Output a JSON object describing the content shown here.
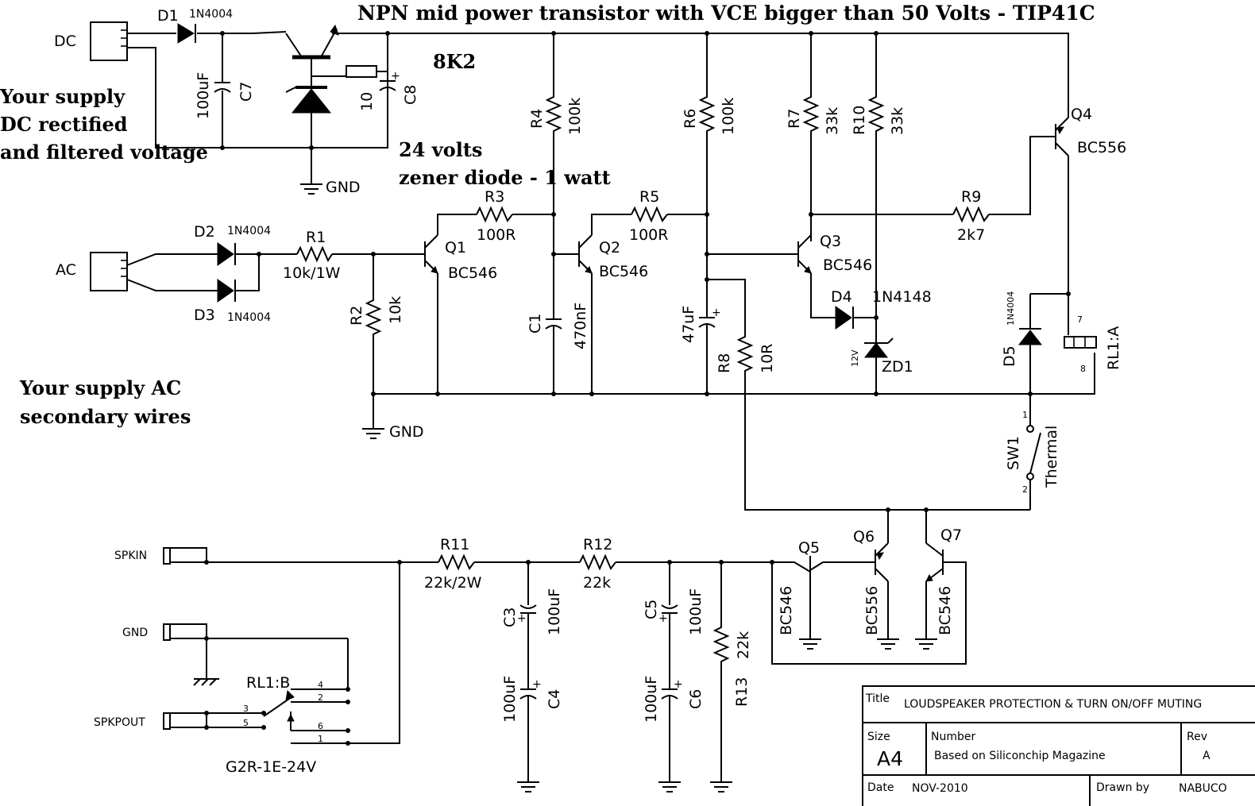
{
  "notes": {
    "heading": "NPN mid power transistor with VCE bigger than 50 Volts - TIP41C",
    "resistor_value": "8K2",
    "dc_supply": [
      "Your supply",
      "DC rectified",
      "and filtered voltage"
    ],
    "zener": [
      "24 volts",
      "zener diode - 1 watt"
    ],
    "ac_supply": [
      "Your supply AC",
      "secondary wires"
    ]
  },
  "ports": {
    "dc": "DC",
    "ac": "AC",
    "gnd": "GND",
    "spkin": "SPKIN",
    "spkgnd": "GND",
    "spkpout": "SPKPOUT"
  },
  "components": {
    "d1": {
      "ref": "D1",
      "value": "1N4004"
    },
    "c7": {
      "ref": "C7",
      "value": "100uF"
    },
    "c8": {
      "ref": "C8",
      "value": "10"
    },
    "d2": {
      "ref": "D2",
      "value": "1N4004"
    },
    "d3": {
      "ref": "D3",
      "value": "1N4004"
    },
    "r1": {
      "ref": "R1",
      "value": "10k/1W"
    },
    "r2": {
      "ref": "R2",
      "value": "10k"
    },
    "q1": {
      "ref": "Q1",
      "value": "BC546"
    },
    "r3": {
      "ref": "R3",
      "value": "100R"
    },
    "r4": {
      "ref": "R4",
      "value": "100k"
    },
    "c1": {
      "ref": "C1",
      "value": "470nF"
    },
    "q2": {
      "ref": "Q2",
      "value": "BC546"
    },
    "r5": {
      "ref": "R5",
      "value": "100R"
    },
    "r6": {
      "ref": "R6",
      "value": "100k"
    },
    "c2": {
      "value": "47uF"
    },
    "r8": {
      "ref": "R8",
      "value": "10R"
    },
    "r7": {
      "ref": "R7",
      "value": "33k"
    },
    "r10": {
      "ref": "R10",
      "value": "33k"
    },
    "q3": {
      "ref": "Q3",
      "value": "BC546"
    },
    "d4": {
      "ref": "D4",
      "value": "1N4148"
    },
    "zd1": {
      "ref": "ZD1",
      "value": "12V"
    },
    "r9": {
      "ref": "R9",
      "value": "2k7"
    },
    "q4": {
      "ref": "Q4",
      "value": "BC556"
    },
    "d5": {
      "ref": "D5",
      "value": "1N4004"
    },
    "rl1a": {
      "ref": "RL1:A",
      "pin_top": "7",
      "pin_bottom": "8"
    },
    "sw1": {
      "ref": "SW1",
      "value": "Thermal",
      "pin1": "1",
      "pin2": "2"
    },
    "r11": {
      "ref": "R11",
      "value": "22k/2W"
    },
    "r12": {
      "ref": "R12",
      "value": "22k"
    },
    "c3": {
      "ref": "C3",
      "value": "100uF"
    },
    "c4": {
      "ref": "C4",
      "value": "100uF"
    },
    "c5": {
      "ref": "C5",
      "value": "100uF"
    },
    "c6": {
      "ref": "C6",
      "value": "100uF"
    },
    "r13": {
      "ref": "R13",
      "value": "22k"
    },
    "q5": {
      "ref": "Q5",
      "value": "BC546"
    },
    "q6": {
      "ref": "Q6",
      "value": "BC556"
    },
    "q7": {
      "ref": "Q7",
      "value": "BC546"
    },
    "rl1b": {
      "ref": "RL1:B",
      "part": "G2R-1E-24V",
      "pins": [
        "4",
        "2",
        "3",
        "5",
        "6",
        "1"
      ]
    }
  },
  "title_block": {
    "title_label": "Title",
    "title": "LOUDSPEAKER PROTECTION & TURN ON/OFF MUTING",
    "size_label": "Size",
    "size": "A4",
    "number_label": "Number",
    "number": "Based on Siliconchip Magazine",
    "rev_label": "Rev",
    "rev": "A",
    "date_label": "Date",
    "date": "NOV-2010",
    "drawn_label": "Drawn by",
    "drawn": "NABUCO"
  }
}
